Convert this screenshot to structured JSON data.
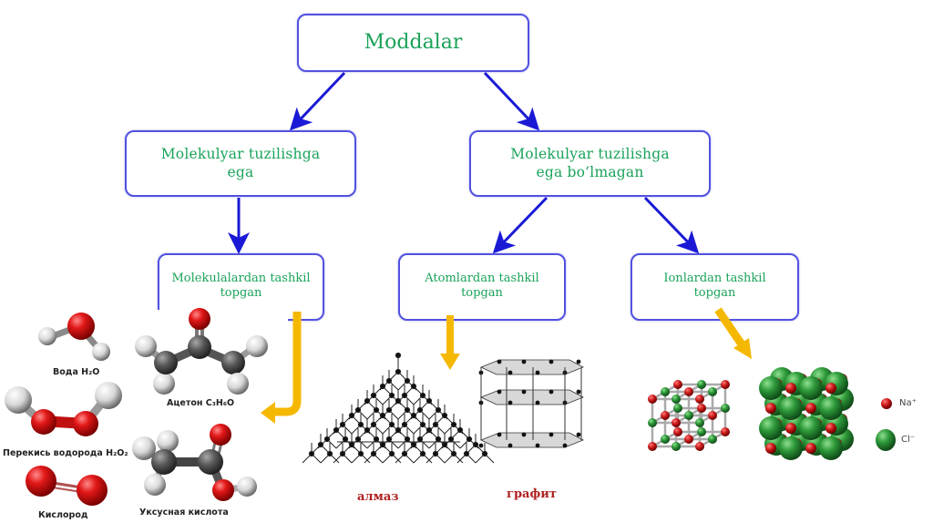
{
  "diagram": {
    "root": {
      "label": "Moddalar"
    },
    "level1": [
      {
        "line1": "Molekulyar tuzilishga",
        "line2": "ega"
      },
      {
        "line1": "Molekulyar tuzilishga",
        "line2": "ega bo’lmagan"
      }
    ],
    "level2": [
      {
        "line1": "Molekulalardan tashkil",
        "line2": "topgan"
      },
      {
        "line1": "Atomlardan tashkil",
        "line2": "topgan"
      },
      {
        "line1": "Ionlardan tashkil",
        "line2": "topgan"
      }
    ],
    "colors": {
      "box_border": "#5252e0",
      "text": "#1aa35a",
      "connector_arrow": "#1a1ad6",
      "pointer_arrow": "#f5b800"
    }
  },
  "molecules": {
    "water": {
      "name": "Вода",
      "formula": "H₂O"
    },
    "acetone": {
      "name": "Ацетон",
      "formula": "C₃H₆O"
    },
    "peroxide": {
      "name": "Перекись водорода",
      "formula": "H₂O₂"
    },
    "oxygen": {
      "name": "Кислород"
    },
    "acetic_acid": {
      "name": "Уксусная кислота"
    }
  },
  "atomic_structures": {
    "diamond": "алмаз",
    "graphite": "графит"
  },
  "ionic_structure": {
    "legend": [
      {
        "ion": "Na⁺",
        "color": "#cc1a1a"
      },
      {
        "ion": "Cl⁻",
        "color": "#2e9a3a"
      }
    ]
  }
}
